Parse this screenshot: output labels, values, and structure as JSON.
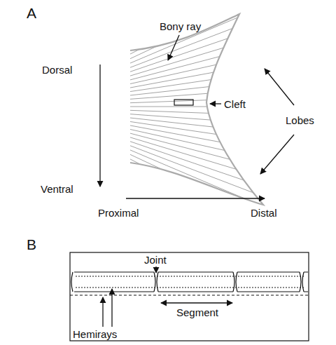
{
  "diagram": {
    "labels": [
      "A",
      "Bony ray",
      "Dorsal",
      "Cleft",
      "Lobes",
      "Ventral",
      "Proximal",
      "Distal",
      "B",
      "Joint",
      "Segment",
      "Hemirays"
    ]
  }
}
